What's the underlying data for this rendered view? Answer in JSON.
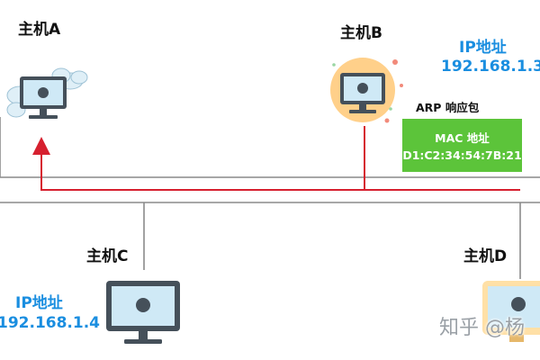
{
  "hosts": {
    "a": {
      "label": "主机A"
    },
    "b": {
      "label": "主机B",
      "ip_title": "IP地址",
      "ip": "192.168.1.3"
    },
    "c": {
      "label": "主机C",
      "ip_title": "IP地址",
      "ip": "192.168.1.4"
    },
    "d": {
      "label": "主机D"
    }
  },
  "arp_response": {
    "title": "ARP  响应包",
    "mac_title": "MAC 地址",
    "mac": "D1:C2:34:54:7B:21",
    "box_color": "#5cc43a"
  },
  "colors": {
    "accent_blue": "#1a8ee0",
    "reply_line": "#d6202f",
    "bus_line": "#808080",
    "screen_dark": "#45505a"
  },
  "icons": {
    "computer": "apple-monitor-icon",
    "cloud": "cloud-icon",
    "sparkle": "sparkle-icon"
  },
  "watermark": "知乎 @杨"
}
